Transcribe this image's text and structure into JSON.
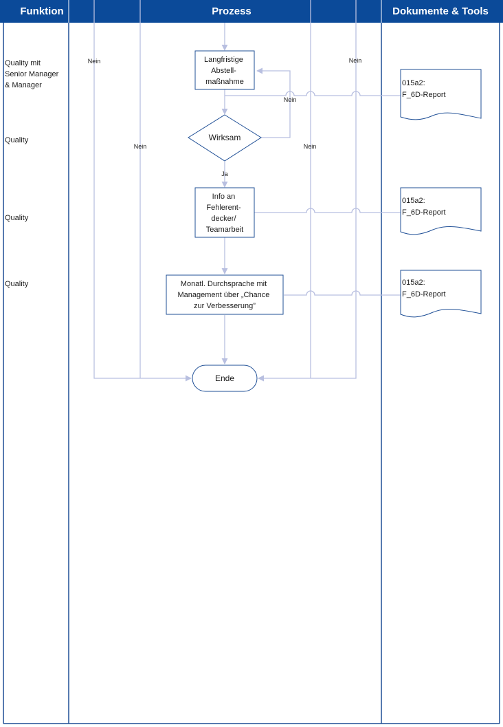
{
  "colors": {
    "header_bg": "#0b4a99",
    "lane_border": "#1f4f96",
    "node_border": "#1f4f96",
    "connector": "#b8bfe0"
  },
  "headers": {
    "funktion": "Funktion",
    "prozess": "Prozess",
    "dokumente": "Dokumente & Tools"
  },
  "functions": [
    {
      "id": "f1",
      "lines": [
        "Quality mit",
        "Senior Manager",
        "& Manager"
      ]
    },
    {
      "id": "f2",
      "lines": [
        "Quality"
      ]
    },
    {
      "id": "f3",
      "lines": [
        "Quality"
      ]
    },
    {
      "id": "f4",
      "lines": [
        "Quality"
      ]
    }
  ],
  "nodes": {
    "langfristige": {
      "lines": [
        "Langfristige",
        "Abstell-",
        "maßnahme"
      ]
    },
    "wirksam": {
      "lines": [
        "Wirksam"
      ]
    },
    "info": {
      "lines": [
        "Info an",
        "Fehlerent-",
        "decker/",
        "Teamarbeit"
      ]
    },
    "monatl": {
      "lines": [
        "Monatl. Durchsprache mit",
        "Management über „Chance",
        "zur Verbesserung”"
      ]
    },
    "ende": {
      "lines": [
        "Ende"
      ]
    }
  },
  "documents": [
    {
      "id": "d1",
      "lines": [
        "015a2:",
        "F_6D-Report"
      ]
    },
    {
      "id": "d2",
      "lines": [
        "015a2:",
        "F_6D-Report"
      ]
    },
    {
      "id": "d3",
      "lines": [
        "015a2:",
        "F_6D-Report"
      ]
    }
  ],
  "edge_labels": {
    "nein_left_outer": "Nein",
    "nein_left_inner": "Nein",
    "nein_loop": "Nein",
    "nein_right_inner": "Nein",
    "nein_right_outer": "Nein",
    "ja": "Ja"
  }
}
